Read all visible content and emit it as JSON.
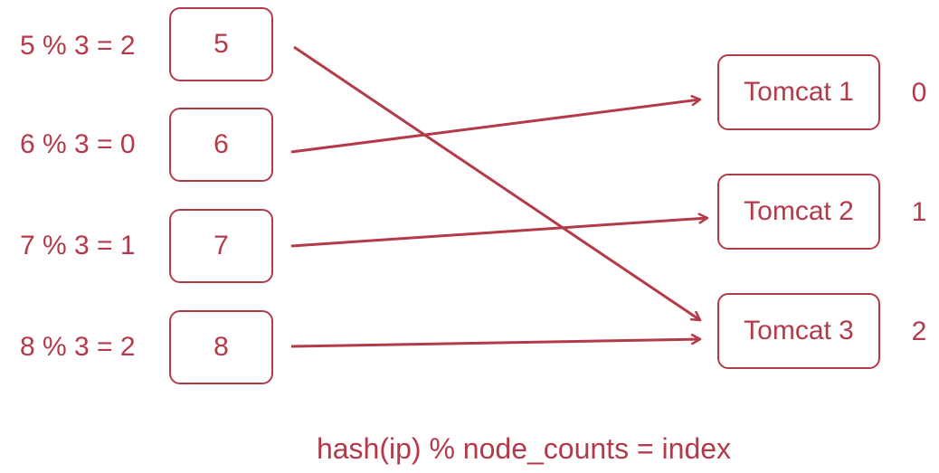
{
  "sources": [
    {
      "equation": "5 % 3 = 2",
      "value": "5",
      "target_index": 2
    },
    {
      "equation": "6 % 3 = 0",
      "value": "6",
      "target_index": 0
    },
    {
      "equation": "7 % 3 = 1",
      "value": "7",
      "target_index": 1
    },
    {
      "equation": "8 % 3 = 2",
      "value": "8",
      "target_index": 2
    }
  ],
  "nodes": [
    {
      "label": "Tomcat 1",
      "index": "0"
    },
    {
      "label": "Tomcat 2",
      "index": "1"
    },
    {
      "label": "Tomcat 3",
      "index": "2"
    }
  ],
  "formula": "hash(ip) % node_counts = index",
  "colors": {
    "accent": "#b43a4a"
  }
}
